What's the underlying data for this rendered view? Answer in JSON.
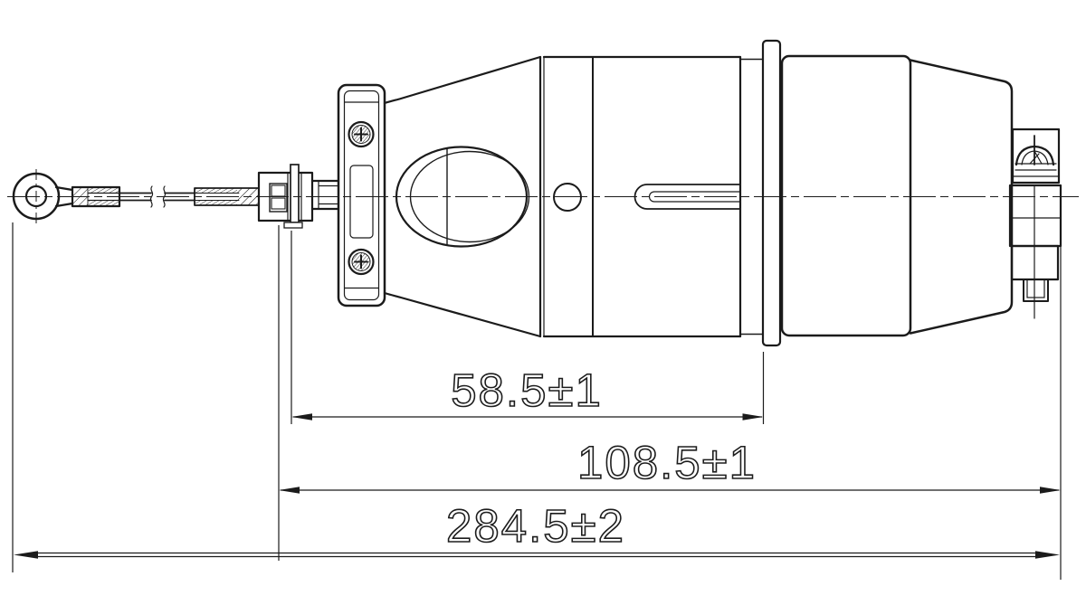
{
  "drawing": {
    "title": "connector-assembly-side-view",
    "line_color": "#1b1b1b",
    "background_color": "#ffffff",
    "dimensions": {
      "upper": "58.5±1",
      "middle": "108.5±1",
      "overall": "284.5±2"
    }
  }
}
